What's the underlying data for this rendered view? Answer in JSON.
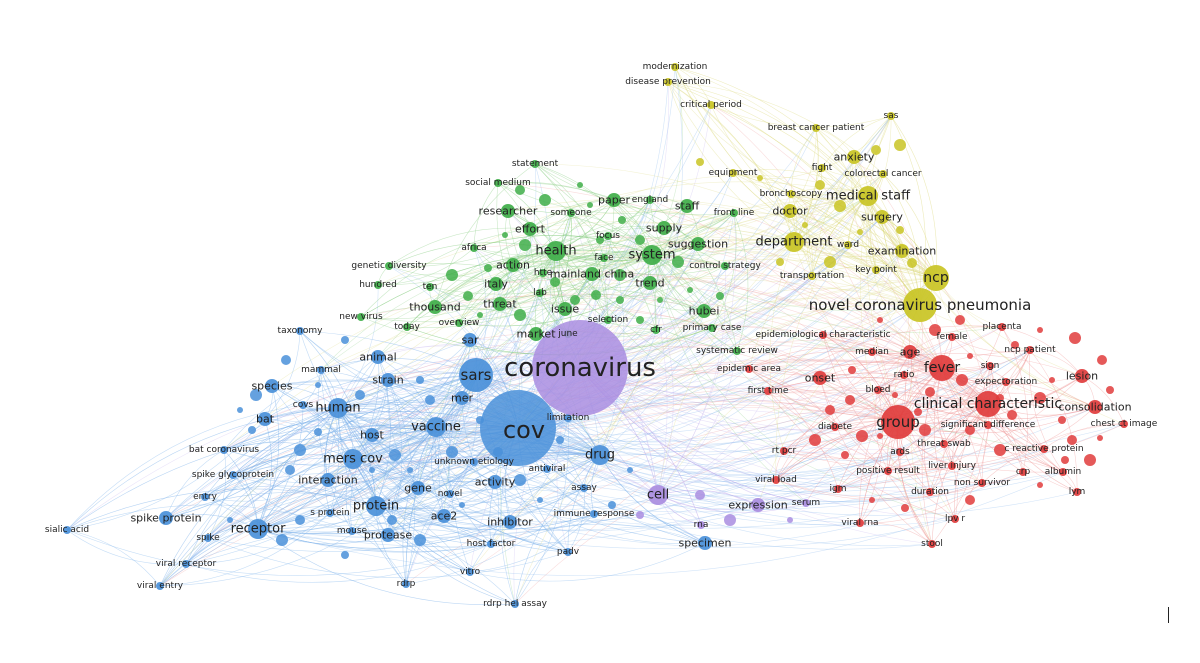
{
  "clusters": [
    {
      "id": "blue",
      "color": "#4a90d9",
      "edge_color": "#7fb3ea"
    },
    {
      "id": "green",
      "color": "#3fae49",
      "edge_color": "#8ccf86"
    },
    {
      "id": "yellow",
      "color": "#c9c424",
      "edge_color": "#dedb84"
    },
    {
      "id": "red",
      "color": "#e03c3c",
      "edge_color": "#ef9a9a"
    },
    {
      "id": "purple",
      "color": "#a98de0",
      "edge_color": "#c4b1ee"
    }
  ],
  "terms": [
    {
      "label": "coronavirus",
      "cluster": "purple",
      "weight": 10
    },
    {
      "label": "cov",
      "cluster": "blue",
      "weight": 9
    },
    {
      "label": "sars",
      "cluster": "blue",
      "weight": 6
    },
    {
      "label": "novel coronavirus pneumonia",
      "cluster": "yellow",
      "weight": 6
    },
    {
      "label": "group",
      "cluster": "red",
      "weight": 6
    },
    {
      "label": "ncp",
      "cluster": "yellow",
      "weight": 5
    },
    {
      "label": "clinical characteristic",
      "cluster": "red",
      "weight": 5
    },
    {
      "label": "fever",
      "cluster": "red",
      "weight": 5
    },
    {
      "label": "health",
      "cluster": "green",
      "weight": 4
    },
    {
      "label": "system",
      "cluster": "green",
      "weight": 4
    },
    {
      "label": "mers cov",
      "cluster": "blue",
      "weight": 4
    },
    {
      "label": "drug",
      "cluster": "blue",
      "weight": 4
    },
    {
      "label": "receptor",
      "cluster": "blue",
      "weight": 4
    },
    {
      "label": "protein",
      "cluster": "blue",
      "weight": 4
    },
    {
      "label": "vaccine",
      "cluster": "blue",
      "weight": 4
    },
    {
      "label": "human",
      "cluster": "blue",
      "weight": 4
    },
    {
      "label": "medical staff",
      "cluster": "yellow",
      "weight": 4
    },
    {
      "label": "department",
      "cluster": "yellow",
      "weight": 4
    },
    {
      "label": "cell",
      "cluster": "purple",
      "weight": 4
    },
    {
      "label": "lesion",
      "cluster": "red",
      "weight": 3
    },
    {
      "label": "age",
      "cluster": "red",
      "weight": 3
    },
    {
      "label": "onset",
      "cluster": "red",
      "weight": 3
    },
    {
      "label": "consolidation",
      "cluster": "red",
      "weight": 3
    },
    {
      "label": "paper",
      "cluster": "green",
      "weight": 3
    },
    {
      "label": "effort",
      "cluster": "green",
      "weight": 3
    },
    {
      "label": "researcher",
      "cluster": "green",
      "weight": 3
    },
    {
      "label": "threat",
      "cluster": "green",
      "weight": 3
    },
    {
      "label": "thousand",
      "cluster": "green",
      "weight": 3
    },
    {
      "label": "market",
      "cluster": "green",
      "weight": 3
    },
    {
      "label": "issue",
      "cluster": "green",
      "weight": 3
    },
    {
      "label": "action",
      "cluster": "green",
      "weight": 3
    },
    {
      "label": "italy",
      "cluster": "green",
      "weight": 3
    },
    {
      "label": "mainland china",
      "cluster": "green",
      "weight": 3
    },
    {
      "label": "trend",
      "cluster": "green",
      "weight": 3
    },
    {
      "label": "supply",
      "cluster": "green",
      "weight": 3
    },
    {
      "label": "staff",
      "cluster": "green",
      "weight": 3
    },
    {
      "label": "suggestion",
      "cluster": "green",
      "weight": 3
    },
    {
      "label": "hubei",
      "cluster": "green",
      "weight": 3
    },
    {
      "label": "doctor",
      "cluster": "yellow",
      "weight": 3
    },
    {
      "label": "surgery",
      "cluster": "yellow",
      "weight": 3
    },
    {
      "label": "examination",
      "cluster": "yellow",
      "weight": 3
    },
    {
      "label": "anxiety",
      "cluster": "yellow",
      "weight": 3
    },
    {
      "label": "animal",
      "cluster": "blue",
      "weight": 3
    },
    {
      "label": "strain",
      "cluster": "blue",
      "weight": 3
    },
    {
      "label": "mer",
      "cluster": "blue",
      "weight": 3
    },
    {
      "label": "host",
      "cluster": "blue",
      "weight": 3
    },
    {
      "label": "bat",
      "cluster": "blue",
      "weight": 3
    },
    {
      "label": "species",
      "cluster": "blue",
      "weight": 3
    },
    {
      "label": "interaction",
      "cluster": "blue",
      "weight": 3
    },
    {
      "label": "gene",
      "cluster": "blue",
      "weight": 3
    },
    {
      "label": "ace2",
      "cluster": "blue",
      "weight": 3
    },
    {
      "label": "activity",
      "cluster": "blue",
      "weight": 3
    },
    {
      "label": "inhibitor",
      "cluster": "blue",
      "weight": 3
    },
    {
      "label": "protease",
      "cluster": "blue",
      "weight": 3
    },
    {
      "label": "spike protein",
      "cluster": "blue",
      "weight": 3
    },
    {
      "label": "specimen",
      "cluster": "blue",
      "weight": 3
    },
    {
      "label": "sar",
      "cluster": "blue",
      "weight": 3
    },
    {
      "label": "expression",
      "cluster": "purple",
      "weight": 3
    },
    {
      "label": "serum",
      "cluster": "purple",
      "weight": 2
    },
    {
      "label": "rna",
      "cluster": "purple",
      "weight": 2
    },
    {
      "label": "bloed",
      "cluster": "red",
      "weight": 2
    },
    {
      "label": "ratio",
      "cluster": "red",
      "weight": 2
    },
    {
      "label": "sign",
      "cluster": "red",
      "weight": 2
    },
    {
      "label": "diabete",
      "cluster": "red",
      "weight": 2
    },
    {
      "label": "rt pcr",
      "cluster": "red",
      "weight": 2
    },
    {
      "label": "duration",
      "cluster": "red",
      "weight": 2
    },
    {
      "label": "ncp patient",
      "cluster": "red",
      "weight": 2
    },
    {
      "label": "female",
      "cluster": "red",
      "weight": 2
    },
    {
      "label": "placenta",
      "cluster": "red",
      "weight": 2
    },
    {
      "label": "median",
      "cluster": "red",
      "weight": 2
    },
    {
      "label": "expectoration",
      "cluster": "red",
      "weight": 2
    },
    {
      "label": "significant difference",
      "cluster": "red",
      "weight": 2
    },
    {
      "label": "threat swab",
      "cluster": "red",
      "weight": 2
    },
    {
      "label": "ards",
      "cluster": "red",
      "weight": 2
    },
    {
      "label": "c reactive protein",
      "cluster": "red",
      "weight": 2
    },
    {
      "label": "chest ct image",
      "cluster": "red",
      "weight": 2
    },
    {
      "label": "crp",
      "cluster": "red",
      "weight": 2
    },
    {
      "label": "albumin",
      "cluster": "red",
      "weight": 2
    },
    {
      "label": "lym",
      "cluster": "red",
      "weight": 2
    },
    {
      "label": "liver injury",
      "cluster": "red",
      "weight": 2
    },
    {
      "label": "non survivor",
      "cluster": "red",
      "weight": 2
    },
    {
      "label": "positive result",
      "cluster": "red",
      "weight": 2
    },
    {
      "label": "viral load",
      "cluster": "red",
      "weight": 2
    },
    {
      "label": "viral rna",
      "cluster": "red",
      "weight": 2
    },
    {
      "label": "stool",
      "cluster": "red",
      "weight": 2
    },
    {
      "label": "lpv r",
      "cluster": "red",
      "weight": 2
    },
    {
      "label": "igm",
      "cluster": "red",
      "weight": 2
    },
    {
      "label": "first time",
      "cluster": "red",
      "weight": 2
    },
    {
      "label": "epidemiological characteristic",
      "cluster": "red",
      "weight": 2
    },
    {
      "label": "epidemic area",
      "cluster": "red",
      "weight": 2
    },
    {
      "label": "systematic review",
      "cluster": "green",
      "weight": 2
    },
    {
      "label": "primary case",
      "cluster": "green",
      "weight": 2
    },
    {
      "label": "cfr",
      "cluster": "green",
      "weight": 2
    },
    {
      "label": "selection",
      "cluster": "green",
      "weight": 2
    },
    {
      "label": "june",
      "cluster": "green",
      "weight": 2
    },
    {
      "label": "overview",
      "cluster": "green",
      "weight": 2
    },
    {
      "label": "today",
      "cluster": "green",
      "weight": 2
    },
    {
      "label": "new virus",
      "cluster": "green",
      "weight": 2
    },
    {
      "label": "ten",
      "cluster": "green",
      "weight": 2
    },
    {
      "label": "hundred",
      "cluster": "green",
      "weight": 2
    },
    {
      "label": "genetic diversity",
      "cluster": "green",
      "weight": 2
    },
    {
      "label": "africa",
      "cluster": "green",
      "weight": 2
    },
    {
      "label": "lab",
      "cluster": "green",
      "weight": 2
    },
    {
      "label": "htte",
      "cluster": "green",
      "weight": 2
    },
    {
      "label": "face",
      "cluster": "green",
      "weight": 2
    },
    {
      "label": "focus",
      "cluster": "green",
      "weight": 2
    },
    {
      "label": "someone",
      "cluster": "green",
      "weight": 2
    },
    {
      "label": "england",
      "cluster": "green",
      "weight": 2
    },
    {
      "label": "social medium",
      "cluster": "green",
      "weight": 2
    },
    {
      "label": "statement",
      "cluster": "green",
      "weight": 2
    },
    {
      "label": "control strategy",
      "cluster": "green",
      "weight": 2
    },
    {
      "label": "front line",
      "cluster": "green",
      "weight": 2
    },
    {
      "label": "equipment",
      "cluster": "yellow",
      "weight": 2
    },
    {
      "label": "transportation",
      "cluster": "yellow",
      "weight": 2
    },
    {
      "label": "key point",
      "cluster": "yellow",
      "weight": 2
    },
    {
      "label": "ward",
      "cluster": "yellow",
      "weight": 2
    },
    {
      "label": "bronchoscopy",
      "cluster": "yellow",
      "weight": 2
    },
    {
      "label": "fight",
      "cluster": "yellow",
      "weight": 2
    },
    {
      "label": "colorectal cancer",
      "cluster": "yellow",
      "weight": 2
    },
    {
      "label": "breast cancer patient",
      "cluster": "yellow",
      "weight": 2
    },
    {
      "label": "sas",
      "cluster": "yellow",
      "weight": 2
    },
    {
      "label": "modernization",
      "cluster": "yellow",
      "weight": 2
    },
    {
      "label": "disease prevention",
      "cluster": "yellow",
      "weight": 2
    },
    {
      "label": "critical period",
      "cluster": "yellow",
      "weight": 2
    },
    {
      "label": "taxonomy",
      "cluster": "blue",
      "weight": 2
    },
    {
      "label": "mammal",
      "cluster": "blue",
      "weight": 2
    },
    {
      "label": "covs",
      "cluster": "blue",
      "weight": 2
    },
    {
      "label": "bat coronavirus",
      "cluster": "blue",
      "weight": 2
    },
    {
      "label": "spike glycoprotein",
      "cluster": "blue",
      "weight": 2
    },
    {
      "label": "entry",
      "cluster": "blue",
      "weight": 2
    },
    {
      "label": "spike",
      "cluster": "blue",
      "weight": 2
    },
    {
      "label": "sialic acid",
      "cluster": "blue",
      "weight": 2
    },
    {
      "label": "viral receptor",
      "cluster": "blue",
      "weight": 2
    },
    {
      "label": "viral entry",
      "cluster": "blue",
      "weight": 2
    },
    {
      "label": "rdrp",
      "cluster": "blue",
      "weight": 2
    },
    {
      "label": "rdrp hel assay",
      "cluster": "blue",
      "weight": 2
    },
    {
      "label": "vitro",
      "cluster": "blue",
      "weight": 2
    },
    {
      "label": "host factor",
      "cluster": "blue",
      "weight": 2
    },
    {
      "label": "padv",
      "cluster": "blue",
      "weight": 2
    },
    {
      "label": "s protein",
      "cluster": "blue",
      "weight": 2
    },
    {
      "label": "mouse",
      "cluster": "blue",
      "weight": 2
    },
    {
      "label": "novel",
      "cluster": "blue",
      "weight": 2
    },
    {
      "label": "unknown etiology",
      "cluster": "blue",
      "weight": 2
    },
    {
      "label": "antiviral",
      "cluster": "blue",
      "weight": 2
    },
    {
      "label": "assay",
      "cluster": "blue",
      "weight": 2
    },
    {
      "label": "limitation",
      "cluster": "blue",
      "weight": 2
    },
    {
      "label": "immune response",
      "cluster": "blue",
      "weight": 2
    }
  ]
}
